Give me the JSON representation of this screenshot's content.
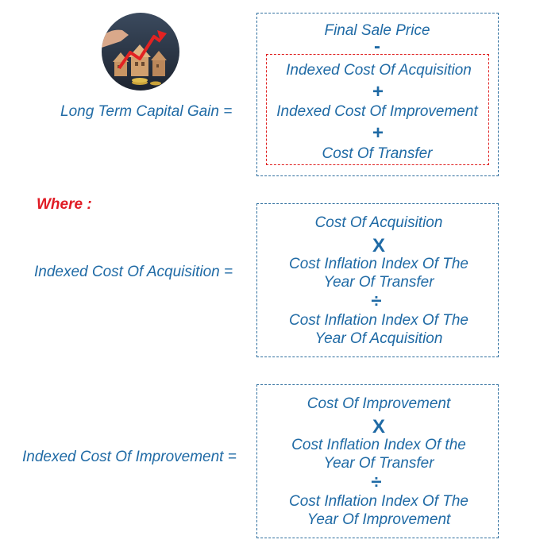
{
  "formula1": {
    "label": "Long Term Capital Gain  =",
    "line1": "Final Sale Price",
    "op1": "-",
    "line2": "Indexed Cost Of Acquisition",
    "op2": "+",
    "line3": "Indexed Cost Of Improvement",
    "op3": "+",
    "line4": "Cost Of Transfer"
  },
  "where": "Where :",
  "formula2": {
    "label": "Indexed Cost Of Acquisition =",
    "line1": "Cost Of Acquisition",
    "op1": "X",
    "line2a": "Cost Inflation Index Of The",
    "line2b": "Year Of Transfer",
    "op2": "÷",
    "line3a": "Cost Inflation Index Of The",
    "line3b": "Year Of Acquisition"
  },
  "formula3": {
    "label": "Indexed Cost Of Improvement =",
    "line1": "Cost Of Improvement",
    "op1": "X",
    "line2a": "Cost Inflation Index Of the",
    "line2b": "Year Of Transfer",
    "op2": "÷",
    "line3a": "Cost Inflation Index Of The",
    "line3b": "Year Of Improvement"
  },
  "colors": {
    "text": "#1F6AA5",
    "accent": "#E01B24",
    "border": "#2E6E9E"
  },
  "icon": "houses-rising-graph-icon"
}
